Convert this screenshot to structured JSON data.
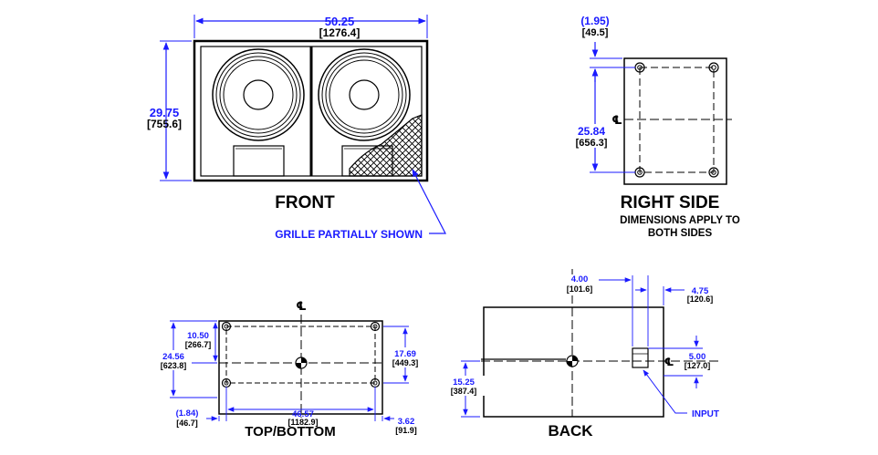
{
  "views": {
    "front": {
      "title": "FRONT",
      "width_in": "50.25",
      "width_mm": "[1276.4]",
      "height_in": "29.75",
      "height_mm": "[755.6]",
      "grille_note": "GRILLE PARTIALLY SHOWN"
    },
    "right_side": {
      "title": "RIGHT SIDE",
      "note_line1": "DIMENSIONS APPLY TO",
      "note_line2": "BOTH SIDES",
      "top_in": "(1.95)",
      "top_mm": "[49.5]",
      "span_in": "25.84",
      "span_mm": "[656.3]",
      "centerline": "℄"
    },
    "top_bottom": {
      "title": "TOP/BOTTOM",
      "centerline": "℄",
      "d1_in": "10.50",
      "d1_mm": "[266.7]",
      "d2_in": "24.56",
      "d2_mm": "[623.8]",
      "d3_in": "17.69",
      "d3_mm": "[449.3]",
      "d4_in": "(1.84)",
      "d4_mm": "[46.7]",
      "d5_in": "46.57",
      "d5_mm": "[1182.9]",
      "d6_in": "3.62",
      "d6_mm": "[91.9]"
    },
    "back": {
      "title": "BACK",
      "d1_in": "4.00",
      "d1_mm": "[101.6]",
      "d2_in": "4.75",
      "d2_mm": "[120.6]",
      "d3_in": "5.00",
      "d3_mm": "[127.0]",
      "d4_in": "15.25",
      "d4_mm": "[387.4]",
      "input_label": "INPUT",
      "centerline": "℄"
    }
  },
  "colors": {
    "dimension_blue": "#1a1aff",
    "line": "#000000",
    "background": "#ffffff"
  }
}
